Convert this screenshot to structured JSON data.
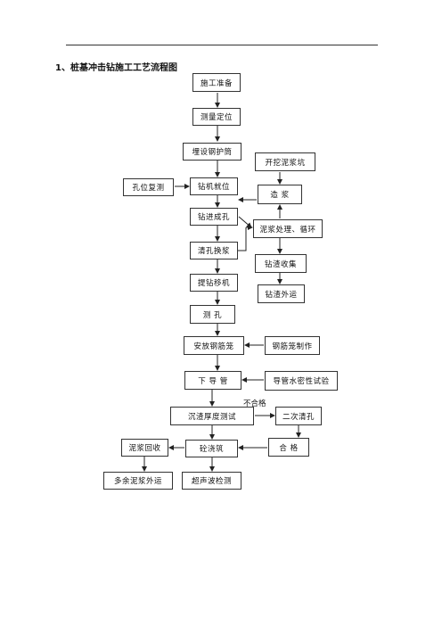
{
  "title": "1、桩基冲击钻施工工艺流程图",
  "nodes": {
    "prep": "施工准备",
    "survey": "测量定位",
    "casing": "埋设钢护筒",
    "rig": "钻机就位",
    "drill": "钻进成孔",
    "clean": "清孔换浆",
    "lift": "提钻移机",
    "measure": "测 孔",
    "cage": "安放钢筋笼",
    "pipe": "下 导 管",
    "sediment": "沉渣厚度测试",
    "pour": "砼浇筑",
    "ultra": "超声波检测",
    "hole_check": "孔位复测",
    "pit": "开挖泥浆坑",
    "slurry": "造 浆",
    "treat": "泥浆处理、循环",
    "collect": "钻渣收集",
    "haul": "钻渣外运",
    "cage_make": "钢筋笼制作",
    "pipe_test": "导管水密性试验",
    "reclean": "二次清孔",
    "pass": "合 格",
    "recover": "泥浆回收",
    "excess": "多余泥浆外运"
  },
  "labels": {
    "fail": "不合格"
  }
}
